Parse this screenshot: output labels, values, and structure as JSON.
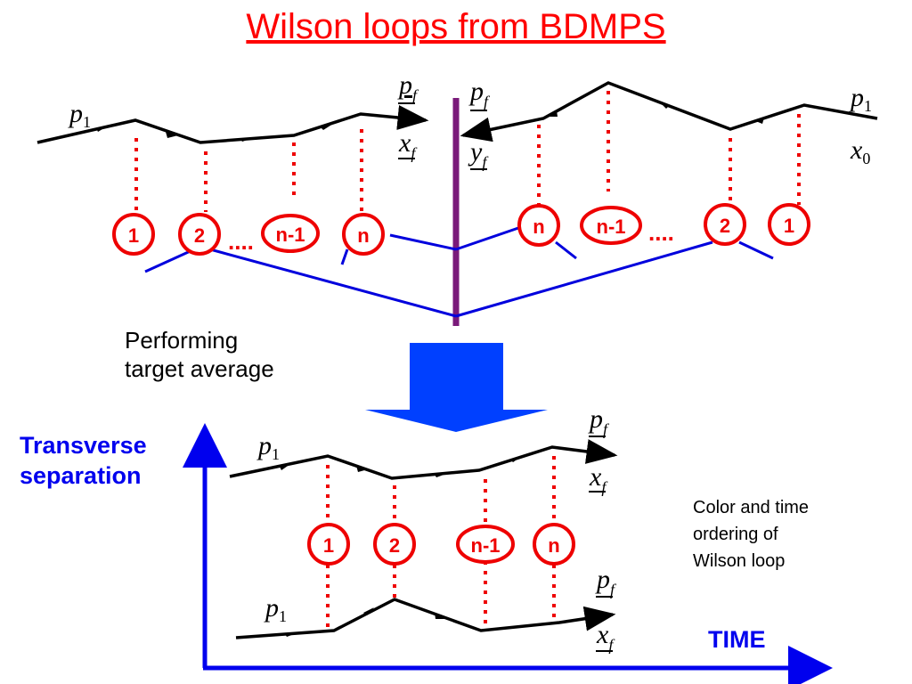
{
  "title": "Wilson loops from BDMPS",
  "caption": "Performing\ntarget average",
  "side_note": "Color and time\nordering of\nWilson loop",
  "y_axis_label": "Transverse\nseparation",
  "x_axis_label": "TIME",
  "top_left": {
    "p_start": "p",
    "p_sub": "1",
    "p_end": "p",
    "p_end_sub": "f",
    "x_end": "x",
    "x_end_sub": "f"
  },
  "top_right": {
    "p_start": "p",
    "p_sub": "1",
    "x_start": "x",
    "x_start_sub": "0",
    "p_end": "p",
    "p_end_sub": "f",
    "y_end": "y",
    "y_end_sub": "f"
  },
  "bottom_upper": {
    "p_start": "p",
    "p_sub": "1",
    "p_end": "p",
    "p_end_sub": "f",
    "x_end": "x",
    "x_end_sub": "f"
  },
  "bottom_lower": {
    "p_start": "p",
    "p_sub": "1",
    "p_end": "p",
    "p_end_sub": "f",
    "x_end": "x",
    "x_end_sub": "f"
  },
  "scatterings_left": [
    "1",
    "2",
    "n-1",
    "n"
  ],
  "scatterings_right": [
    "n",
    "n-1",
    "2",
    "1"
  ],
  "scatterings_bottom": [
    "1",
    "2",
    "n-1",
    "n"
  ],
  "ellipsis": "....",
  "colors": {
    "title": "#ff0000",
    "line": "#000000",
    "dotted": "#ee0000",
    "gluon": "#0000dd",
    "axis": "#0000ee",
    "divider": "#7a1a7a",
    "arrow": "#0040ff"
  }
}
